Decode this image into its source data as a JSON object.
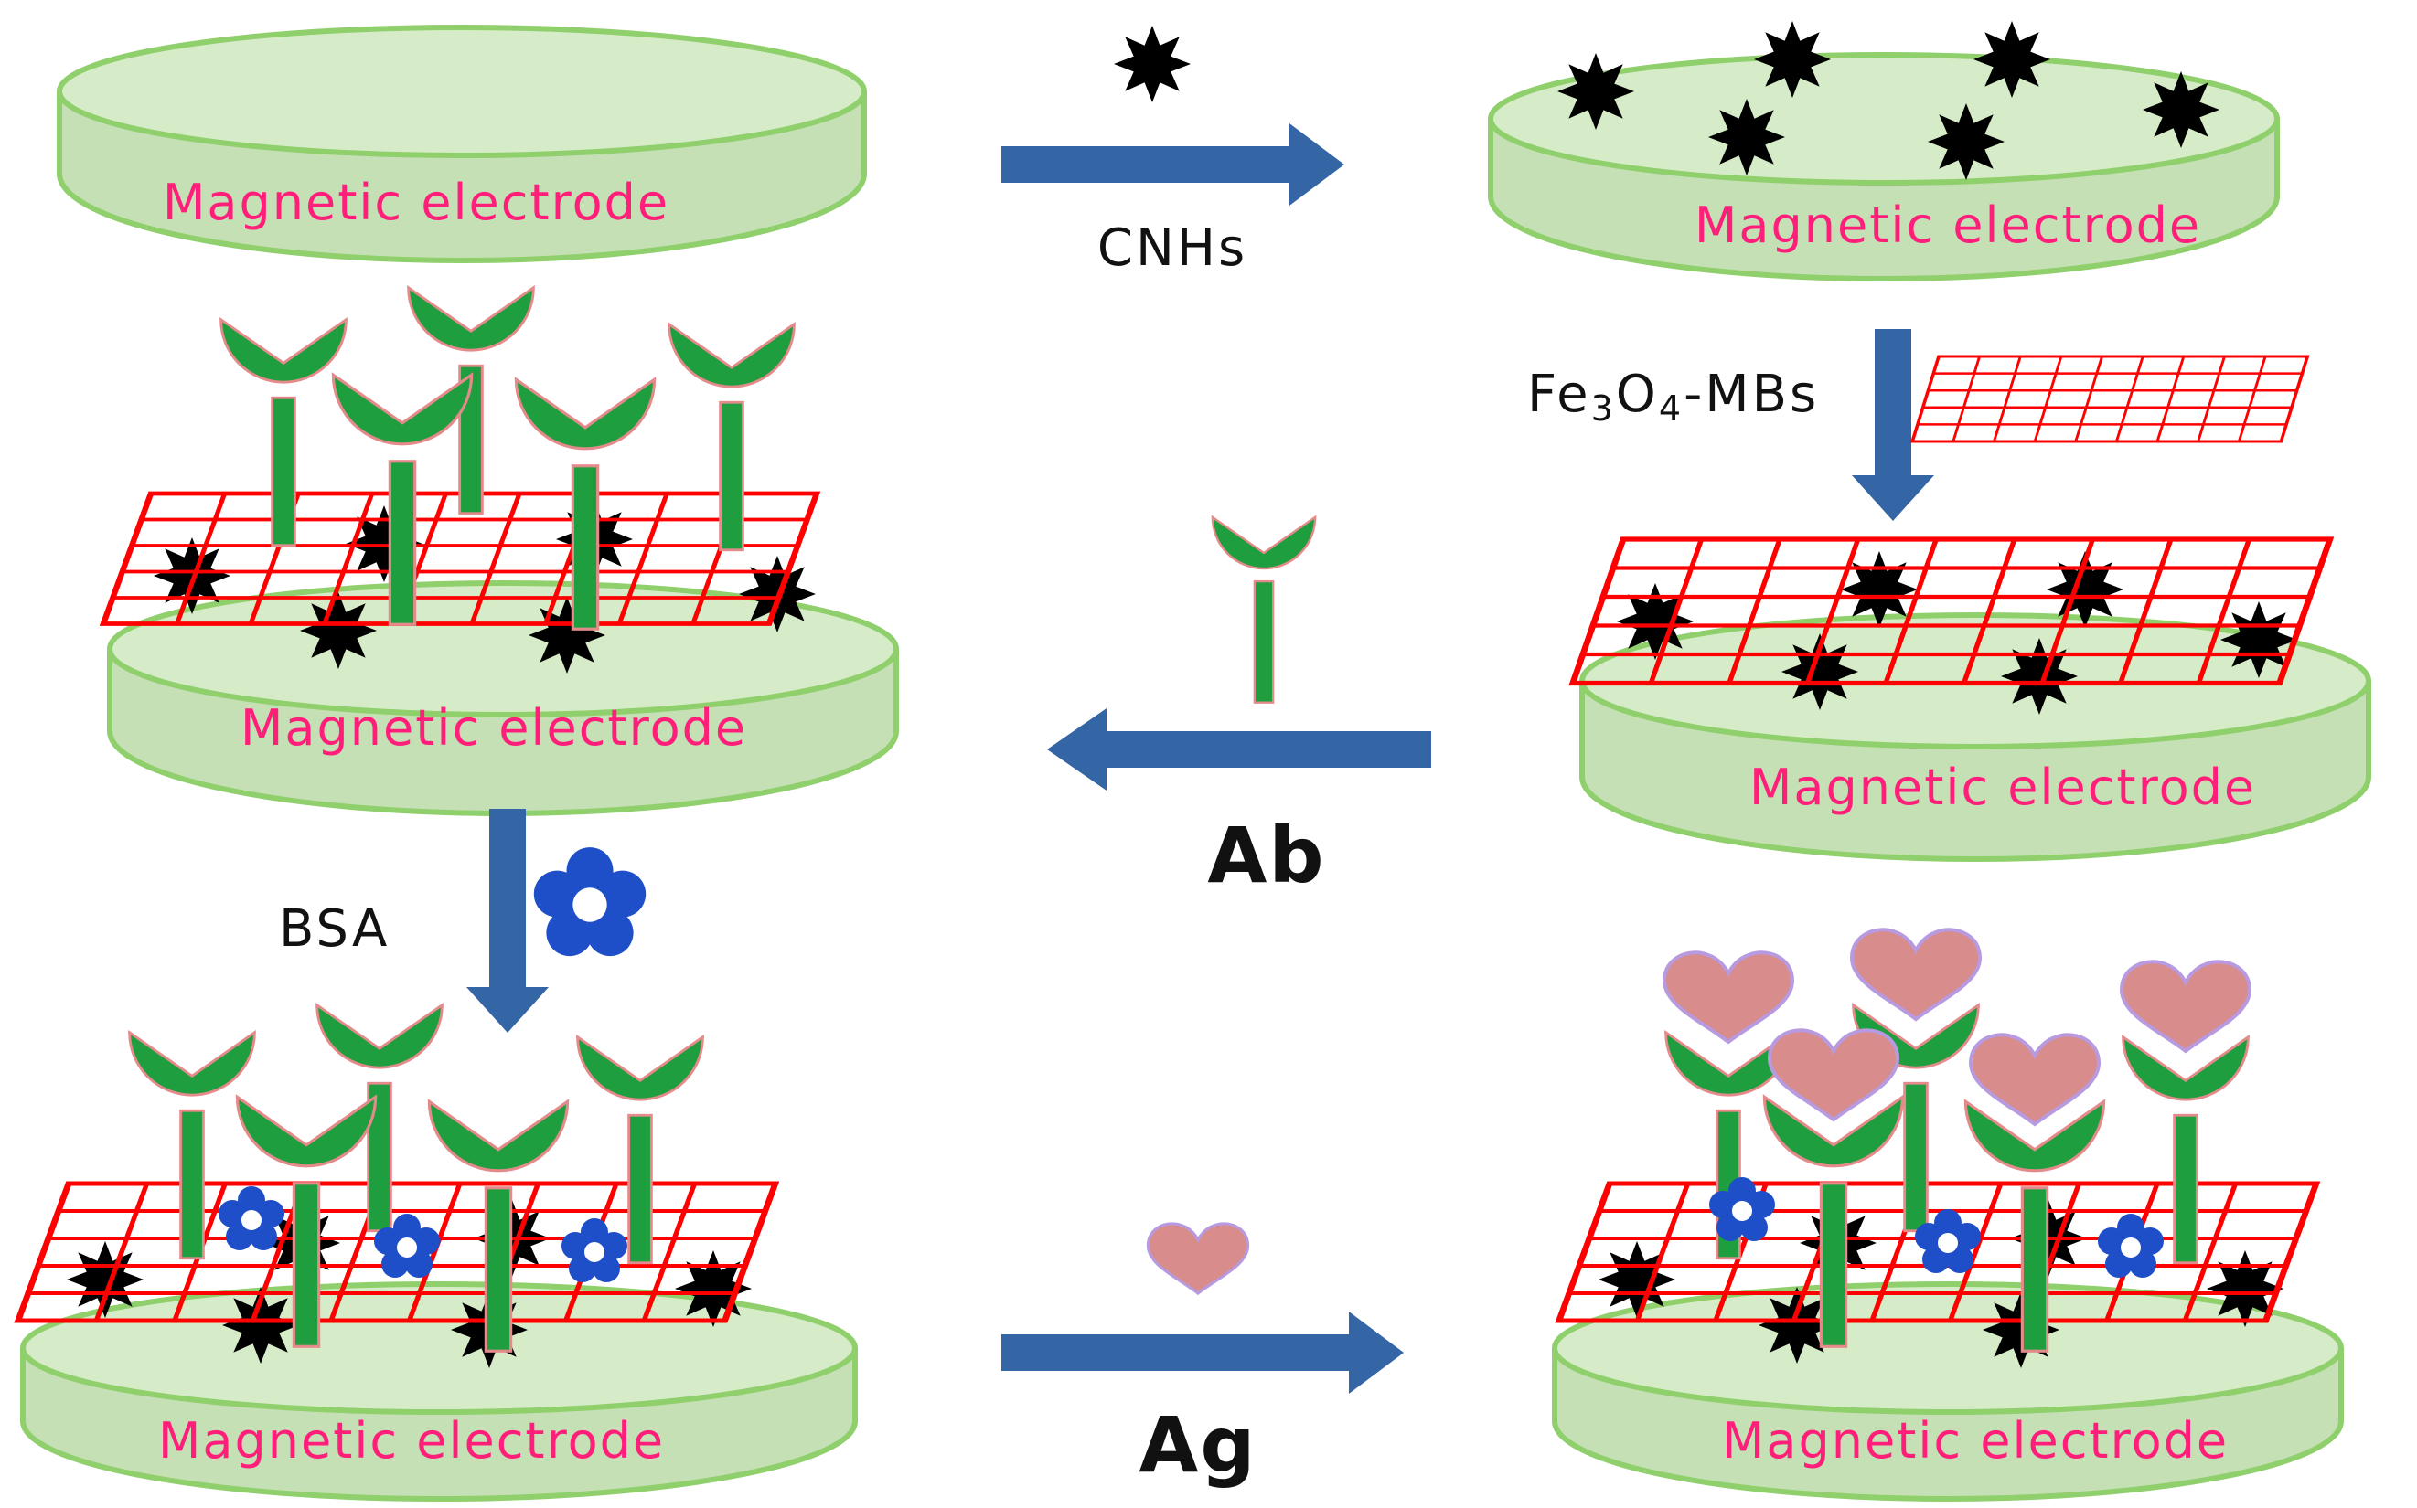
{
  "colors": {
    "electrode_fill": "#c5e0b4",
    "electrode_stroke": "#8fcf6c",
    "label": "#ff1f7a",
    "arrow": "#3465a4",
    "cnh": "#000000",
    "mesh": "#ff0000",
    "antibody": "#1f9e3f",
    "bsa": "#1f4fc8",
    "antigen": "#d98c8c"
  },
  "icons": [
    "cnh-star-icon",
    "fe3o4-mesh-icon",
    "antibody-icon",
    "bsa-flower-icon",
    "antigen-heart-icon"
  ],
  "electrode_label": "Magnetic electrode",
  "steps": {
    "cnhs": "CNHs",
    "fe3o4": {
      "prefix": "Fe",
      "sub1": "3",
      "mid": "O",
      "sub2": "4",
      "suffix": "-MBs"
    },
    "ab": "Ab",
    "bsa": "BSA",
    "ag": "Ag"
  }
}
